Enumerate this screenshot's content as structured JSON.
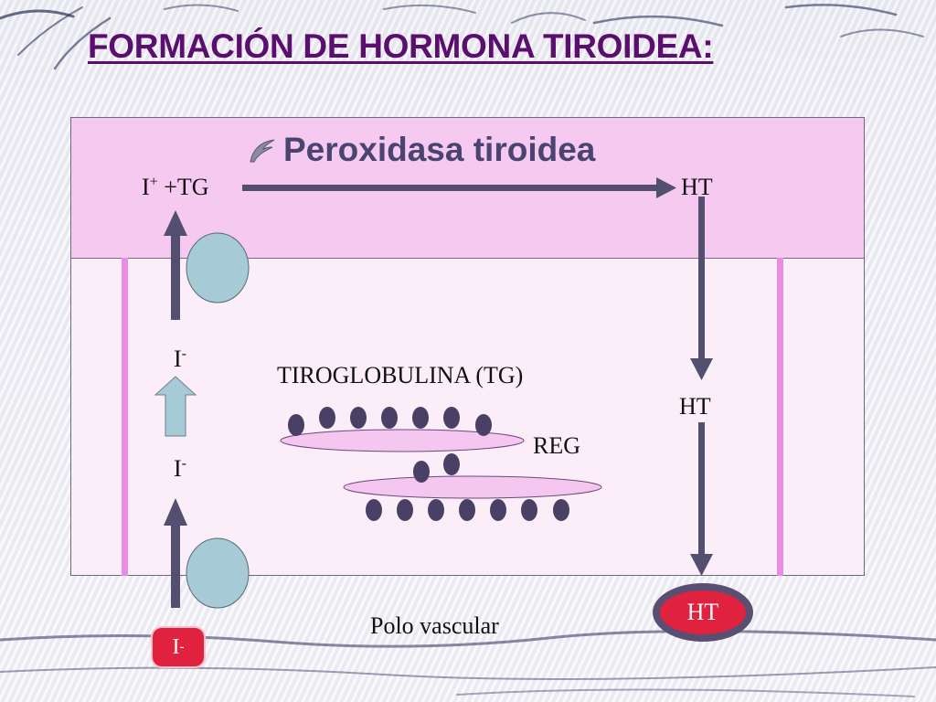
{
  "slide": {
    "title": "FORMACIÓN DE HORMONA TIROIDEA:",
    "bullet": "Peroxidasa tiroidea",
    "bullet_icon": "quill-bullet-icon"
  },
  "labels": {
    "iodine_plus": "I",
    "iodine_plus_charge": "+",
    "plus_tg": " +TG",
    "ht_top": "HT",
    "iodide_upper": "I",
    "iodide_upper_charge": "-",
    "tiroglobulina": "TIROGLOBULINA (TG)",
    "ht_middle": "HT",
    "reg": "REG",
    "iodide_lower": "I",
    "iodide_lower_charge": "-",
    "polo_vascular": "Polo vascular",
    "ht_badge": "HT",
    "iodide_badge": "I",
    "iodide_badge_charge": "-"
  },
  "colors": {
    "title": "#5a0f6e",
    "apical_zone": "#f6c9f0",
    "cell_interior": "#fbeef9",
    "cell_wall": "#e98ce4",
    "arrow": "#52506e",
    "transporter": "#a6cbd6",
    "tg_chain": "#f4c6f0",
    "iodine_dot": "#4a4066",
    "badge_red": "#e0223f"
  }
}
